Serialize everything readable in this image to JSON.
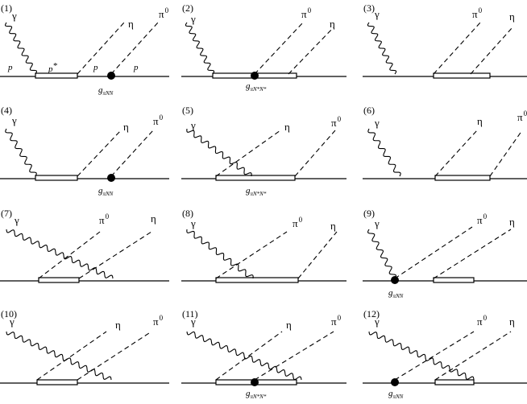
{
  "symbols": {
    "gamma": "γ",
    "eta": "η",
    "pi": "π",
    "pi_sup": "0",
    "g": "g"
  },
  "particles": {
    "p": "p",
    "p_star_base": "p",
    "p_star_mark": "*"
  },
  "couplings": {
    "pinn": "πNN",
    "pinsns": "πN*N*"
  },
  "panels": [
    {
      "label": "(1)",
      "labels": [
        "gamma",
        "eta",
        "pi"
      ],
      "coupling": "pinn",
      "particle_labels": true
    },
    {
      "label": "(2)",
      "labels": [
        "gamma",
        "pi",
        "eta"
      ],
      "coupling": "pinsns"
    },
    {
      "label": "(3)",
      "labels": [
        "gamma",
        "pi",
        "eta"
      ],
      "coupling": null
    },
    {
      "label": "(4)",
      "labels": [
        "gamma",
        "eta",
        "pi"
      ],
      "coupling": "pinn"
    },
    {
      "label": "(5)",
      "labels": [
        "gamma",
        "eta",
        "pi"
      ],
      "coupling": "pinsns"
    },
    {
      "label": "(6)",
      "labels": [
        "gamma",
        "eta",
        "pi"
      ],
      "coupling": null
    },
    {
      "label": "(7)",
      "labels": [
        "gamma",
        "pi",
        "eta"
      ],
      "coupling": null
    },
    {
      "label": "(8)",
      "labels": [
        "gamma",
        "pi",
        "eta"
      ],
      "coupling": null
    },
    {
      "label": "(9)",
      "labels": [
        "gamma",
        "pi",
        "eta"
      ],
      "coupling": "pinn"
    },
    {
      "label": "(10)",
      "labels": [
        "gamma",
        "eta",
        "pi"
      ],
      "coupling": null
    },
    {
      "label": "(11)",
      "labels": [
        "gamma",
        "eta",
        "pi"
      ],
      "coupling": "pinsns"
    },
    {
      "label": "(12)",
      "labels": [
        "gamma",
        "pi",
        "eta"
      ],
      "coupling": "pinn"
    }
  ]
}
